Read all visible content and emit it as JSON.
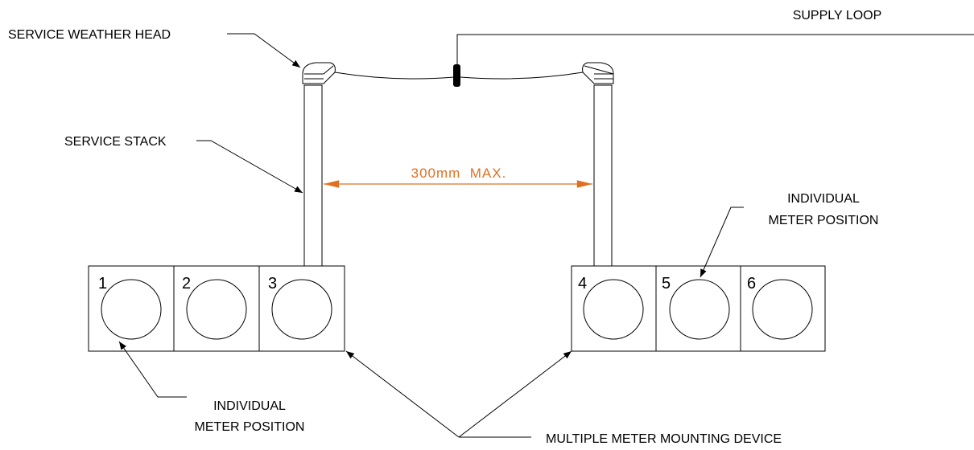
{
  "labels": {
    "weather_head": "SERVICE WEATHER HEAD",
    "supply_loop": "SUPPLY LOOP",
    "service_stack": "SERVICE STACK",
    "dimension": "300mm  MAX.",
    "meter_position_right_line1": "INDIVIDUAL",
    "meter_position_right_line2": "METER POSITION",
    "meter_position_left_line1": "INDIVIDUAL",
    "meter_position_left_line2": "METER POSITION",
    "mounting_device": "MULTIPLE METER MOUNTING DEVICE"
  },
  "meters": {
    "m1": "1",
    "m2": "2",
    "m3": "3",
    "m4": "4",
    "m5": "5",
    "m6": "6"
  },
  "colors": {
    "line": "#000000",
    "dimension": "#e07020"
  }
}
